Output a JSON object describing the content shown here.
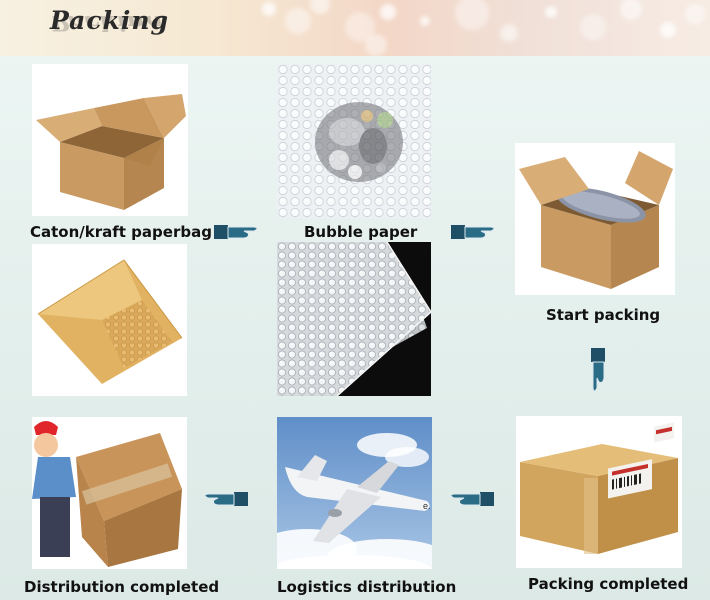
{
  "header": {
    "title": "Packing"
  },
  "steps": {
    "carton": {
      "label": "Caton/kraft paperbag"
    },
    "bubble": {
      "label": "Bubble paper"
    },
    "start": {
      "label": "Start packing"
    },
    "distribution": {
      "label": "Distribution completed"
    },
    "logistics": {
      "label": "Logistics distribution"
    },
    "completed": {
      "label": "Packing completed"
    }
  }
}
